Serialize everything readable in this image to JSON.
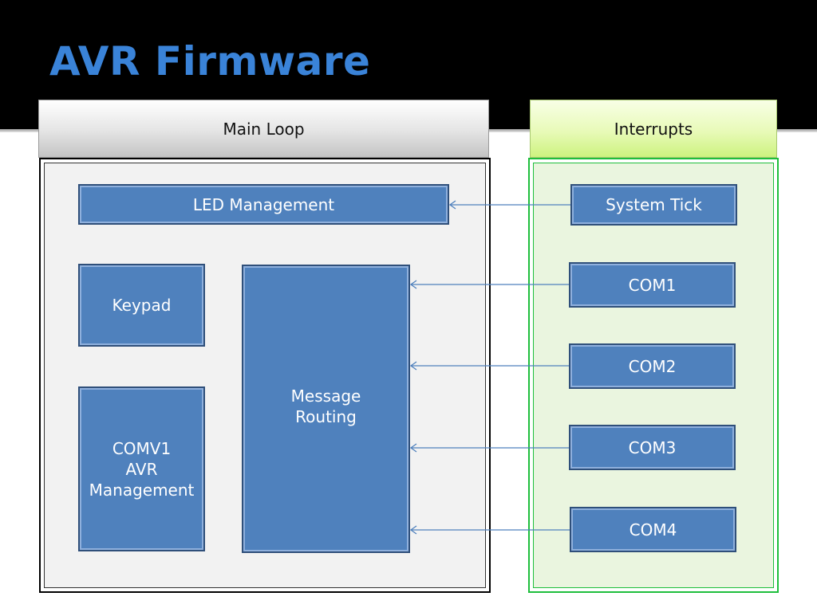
{
  "title": "AVR Firmware",
  "headers": {
    "main_loop": "Main Loop",
    "interrupts": "Interrupts"
  },
  "main_loop": {
    "led_management": "LED Management",
    "keypad": "Keypad",
    "comv1": "COMV1\nAVR\nManagement",
    "message_routing": "Message\nRouting"
  },
  "interrupts": {
    "system_tick": "System Tick",
    "com1": "COM1",
    "com2": "COM2",
    "com3": "COM3",
    "com4": "COM4"
  },
  "colors": {
    "title": "#3a83d8",
    "block_fill": "#4f81bd",
    "block_border": "#2f4f7a",
    "main_panel_fill": "#f2f2f2",
    "interrupt_panel_fill": "#eaf5df",
    "interrupt_panel_border": "#1ebf3c",
    "arrow": "#4f81bd"
  }
}
